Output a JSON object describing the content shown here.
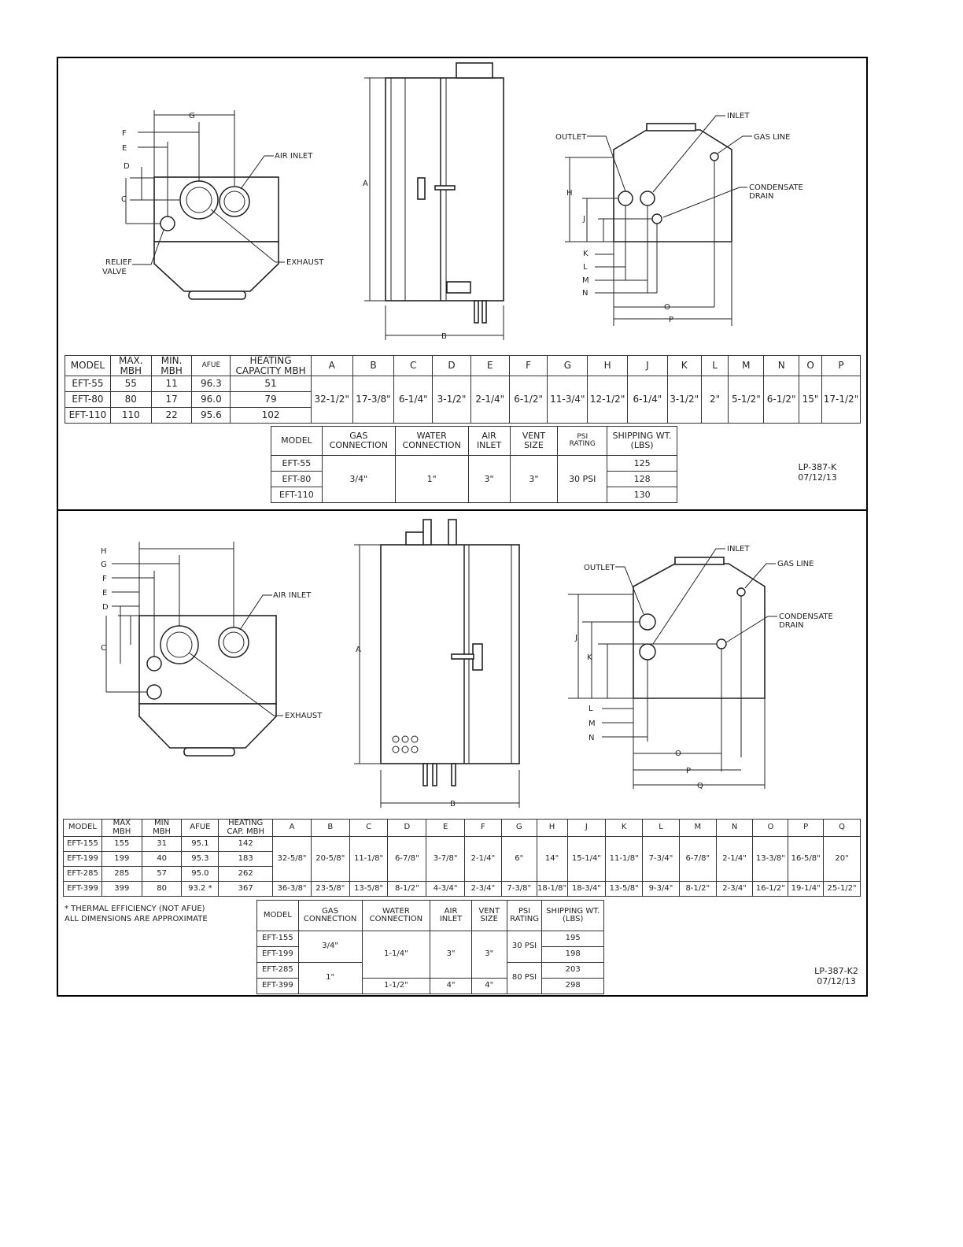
{
  "top": {
    "labels": {
      "G": "G",
      "F": "F",
      "E": "E",
      "D": "D",
      "C": "C",
      "air_inlet": "AIR INLET",
      "relief_valve": "RELIEF\nVALVE",
      "exhaust": "EXHAUST",
      "A": "A",
      "B": "B",
      "inlet": "INLET",
      "outlet": "OUTLET",
      "gas_line": "GAS LINE",
      "condensate_drain": "CONDENSATE\nDRAIN",
      "H": "H",
      "J": "J",
      "K": "K",
      "L": "L",
      "M": "M",
      "N": "N",
      "O": "O",
      "P": "P"
    },
    "dim_table": {
      "headers": [
        "MODEL",
        "MAX.\nMBH",
        "MIN.\nMBH",
        "AFUE",
        "HEATING\nCAPACITY MBH",
        "A",
        "B",
        "C",
        "D",
        "E",
        "F",
        "G",
        "H",
        "J",
        "K",
        "L",
        "M",
        "N",
        "O",
        "P"
      ],
      "rows": [
        [
          "EFT-55",
          "55",
          "11",
          "96.3",
          "51"
        ],
        [
          "EFT-80",
          "80",
          "17",
          "96.0",
          "79"
        ],
        [
          "EFT-110",
          "110",
          "22",
          "95.6",
          "102"
        ]
      ],
      "shared": [
        "32-1/2\"",
        "17-3/8\"",
        "6-1/4\"",
        "3-1/2\"",
        "2-1/4\"",
        "6-1/2\"",
        "11-3/4\"",
        "12-1/2\"",
        "6-1/4\"",
        "3-1/2\"",
        "2\"",
        "5-1/2\"",
        "6-1/2\"",
        "15\"",
        "17-1/2\""
      ]
    },
    "conn_table": {
      "headers": [
        "MODEL",
        "GAS\nCONNECTION",
        "WATER\nCONNECTION",
        "AIR\nINLET",
        "VENT\nSIZE",
        "PSI\nRATING",
        "SHIPPING WT.\n(LBS)"
      ],
      "models": [
        "EFT-55",
        "EFT-80",
        "EFT-110"
      ],
      "gas": "3/4\"",
      "water": "1\"",
      "air": "3\"",
      "vent": "3\"",
      "psi": "30 PSI",
      "weights": [
        "125",
        "128",
        "130"
      ]
    },
    "code": "LP-387-K\n07/12/13"
  },
  "bottom": {
    "labels": {
      "H": "H",
      "G": "G",
      "F": "F",
      "E": "E",
      "D": "D",
      "C": "C",
      "air_inlet": "AIR INLET",
      "exhaust": "EXHAUST",
      "A": "A",
      "B": "B",
      "inlet": "INLET",
      "outlet": "OUTLET",
      "gas_line": "GAS LINE",
      "condensate_drain": "CONDENSATE\nDRAIN",
      "J": "J",
      "K": "K",
      "L": "L",
      "M": "M",
      "N": "N",
      "O": "O",
      "P": "P",
      "Q": "Q"
    },
    "dim_table": {
      "headers": [
        "MODEL",
        "MAX\nMBH",
        "MIN\nMBH",
        "AFUE",
        "HEATING\nCAP. MBH",
        "A",
        "B",
        "C",
        "D",
        "E",
        "F",
        "G",
        "H",
        "J",
        "K",
        "L",
        "M",
        "N",
        "O",
        "P",
        "Q"
      ],
      "rows": [
        [
          "EFT-155",
          "155",
          "31",
          "95.1",
          "142"
        ],
        [
          "EFT-199",
          "199",
          "40",
          "95.3",
          "183"
        ],
        [
          "EFT-285",
          "285",
          "57",
          "95.0",
          "262"
        ],
        [
          "EFT-399",
          "399",
          "80",
          "93.2 *",
          "367"
        ]
      ],
      "shared": [
        "32-5/8\"",
        "20-5/8\"",
        "11-1/8\"",
        "6-7/8\"",
        "3-7/8\"",
        "2-1/4\"",
        "6\"",
        "14\"",
        "15-1/4\"",
        "11-1/8\"",
        "7-3/4\"",
        "6-7/8\"",
        "2-1/4\"",
        "13-3/8\"",
        "16-5/8\"",
        "20\""
      ],
      "last": [
        "36-3/8\"",
        "23-5/8\"",
        "13-5/8\"",
        "8-1/2\"",
        "4-3/4\"",
        "2-3/4\"",
        "7-3/8\"",
        "18-1/8\"",
        "18-3/4\"",
        "13-5/8\"",
        "9-3/4\"",
        "8-1/2\"",
        "2-3/4\"",
        "16-1/2\"",
        "19-1/4\"",
        "25-1/2\""
      ]
    },
    "notes": [
      "* THERMAL EFFICIENCY (NOT AFUE)",
      "ALL DIMENSIONS ARE APPROXIMATE"
    ],
    "conn_table": {
      "headers": [
        "MODEL",
        "GAS\nCONNECTION",
        "WATER\nCONNECTION",
        "AIR\nINLET",
        "VENT\nSIZE",
        "PSI\nRATING",
        "SHIPPING WT.\n(LBS)"
      ],
      "models": [
        "EFT-155",
        "EFT-199",
        "EFT-285",
        "EFT-399"
      ],
      "gas_a": "3/4\"",
      "gas_b": "1\"",
      "water_a": "1-1/4\"",
      "water_b": "1-1/2\"",
      "air_a": "3\"",
      "air_b": "4\"",
      "vent_a": "3\"",
      "vent_b": "4\"",
      "psi_a": "30 PSI",
      "psi_b": "80 PSI",
      "weights": [
        "195",
        "198",
        "203",
        "298"
      ]
    },
    "code": "LP-387-K2\n07/12/13"
  }
}
